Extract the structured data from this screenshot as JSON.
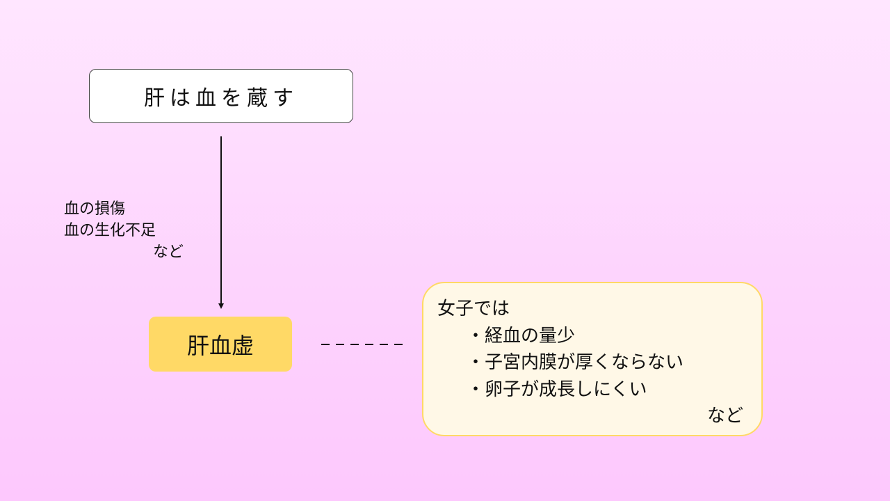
{
  "diagram": {
    "top_box": {
      "text": "肝は血を蔵す"
    },
    "cause_label": {
      "lines": [
        "血の損傷",
        "血の生化不足"
      ],
      "etc": "など"
    },
    "result_box": {
      "text": "肝血虚"
    },
    "note_box": {
      "heading": "女子では",
      "items": [
        "・経血の量少",
        "・子宮内膜が厚くならない",
        "・卵子が成長しにくい"
      ],
      "etc": "など"
    }
  },
  "colors": {
    "background_top": "#ffe6ff",
    "background_bottom": "#fdc8fd",
    "result_fill": "#ffd966",
    "note_fill": "#fff8e7",
    "note_border": "#ffd966"
  }
}
